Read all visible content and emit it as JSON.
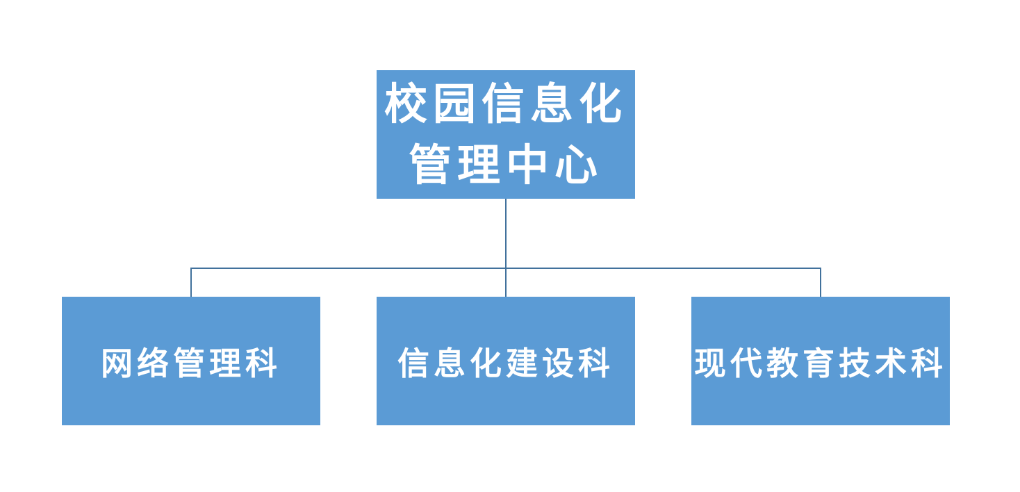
{
  "colors": {
    "box_fill": "#5b9bd5",
    "box_text": "#ffffff",
    "connector": "#41719c",
    "background": "#ffffff"
  },
  "root": {
    "line1": "校园信息化",
    "line2": "管理中心"
  },
  "children": [
    {
      "label": "网络管理科"
    },
    {
      "label": "信息化建设科"
    },
    {
      "label": "现代教育技术科"
    }
  ]
}
